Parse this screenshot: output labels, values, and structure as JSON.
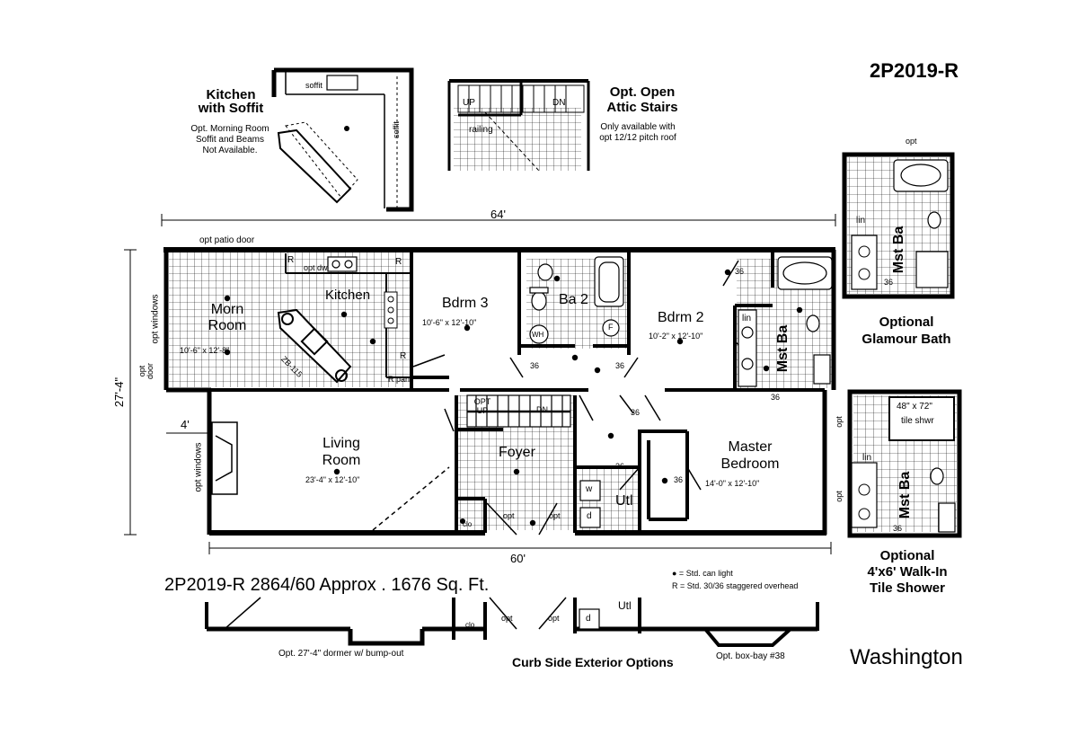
{
  "model_code": "2P2019-R",
  "model_name": "Washington",
  "summary": "2P2019-R 2864/60  Approx . 1676 Sq. Ft.",
  "legend": {
    "can_light": "● = Std. can light",
    "overhead": "R = Std. 30/36 staggered overhead"
  },
  "dimensions": {
    "overall_length": "64'",
    "overall_width": "27'-4\"",
    "lower_length": "60'",
    "offset": "4'"
  },
  "rooms": {
    "kitchen": "Kitchen",
    "morn_room": "Morn\nRoom",
    "morn_room_size": "10'-6\" x 12'-8\"",
    "bdrm3": "Bdrm 3",
    "bdrm3_size": "10'-6\" x 12'-10\"",
    "ba2": "Ba 2",
    "bdrm2": "Bdrm 2",
    "bdrm2_size": "10'-2\" x 12'-10\"",
    "mst_ba": "Mst Ba",
    "living_room": "Living\nRoom",
    "living_room_size": "23'-4\" x 12'-10\"",
    "foyer": "Foyer",
    "utl": "Utl",
    "master_bedroom": "Master\nBedroom",
    "master_bedroom_size": "14'-0\" x 12'-10\""
  },
  "labels": {
    "opt_patio_door": "opt patio door",
    "opt_windows": "opt windows",
    "opt_door": "opt\ndoor",
    "opt_dw": "opt dw",
    "dw": "dw",
    "r": "R",
    "r_pan": "R pan",
    "zb": "ZB-115",
    "opt": "opt",
    "opt_up": "OPT\nUP",
    "dn": "DN",
    "up": "UP",
    "door_36": "36",
    "lin": "lin",
    "wh": "WH",
    "f": "F",
    "w": "w",
    "d": "d",
    "clo": "clo",
    "dryer": "dryer",
    "soffit": "soffit",
    "railing": "railing",
    "tile_shwr_size": "48\" x 72\"",
    "tile_shwr": "tile shwr"
  },
  "callouts": {
    "kitchen_soffit_title": "Kitchen\nwith Soffit",
    "kitchen_soffit_note": "Opt. Morning Room\nSoffit and Beams\nNot Available.",
    "attic_title": "Opt. Open\nAttic Stairs",
    "attic_note": "Only available with\nopt 12/12 pitch roof",
    "glamour_title": "Optional\nGlamour Bath",
    "shower_title": "Optional\n4'x6' Walk-In\nTile Shower",
    "dormer": "Opt. 27'-4\" dormer w/ bump-out",
    "curb_side": "Curb Side Exterior Options",
    "box_bay": "Opt. box-bay #38"
  },
  "icons": [
    "can-light-icon",
    "tub-icon",
    "toilet-icon",
    "sink-icon",
    "range-icon",
    "stairs-icon",
    "fireplace-icon"
  ]
}
